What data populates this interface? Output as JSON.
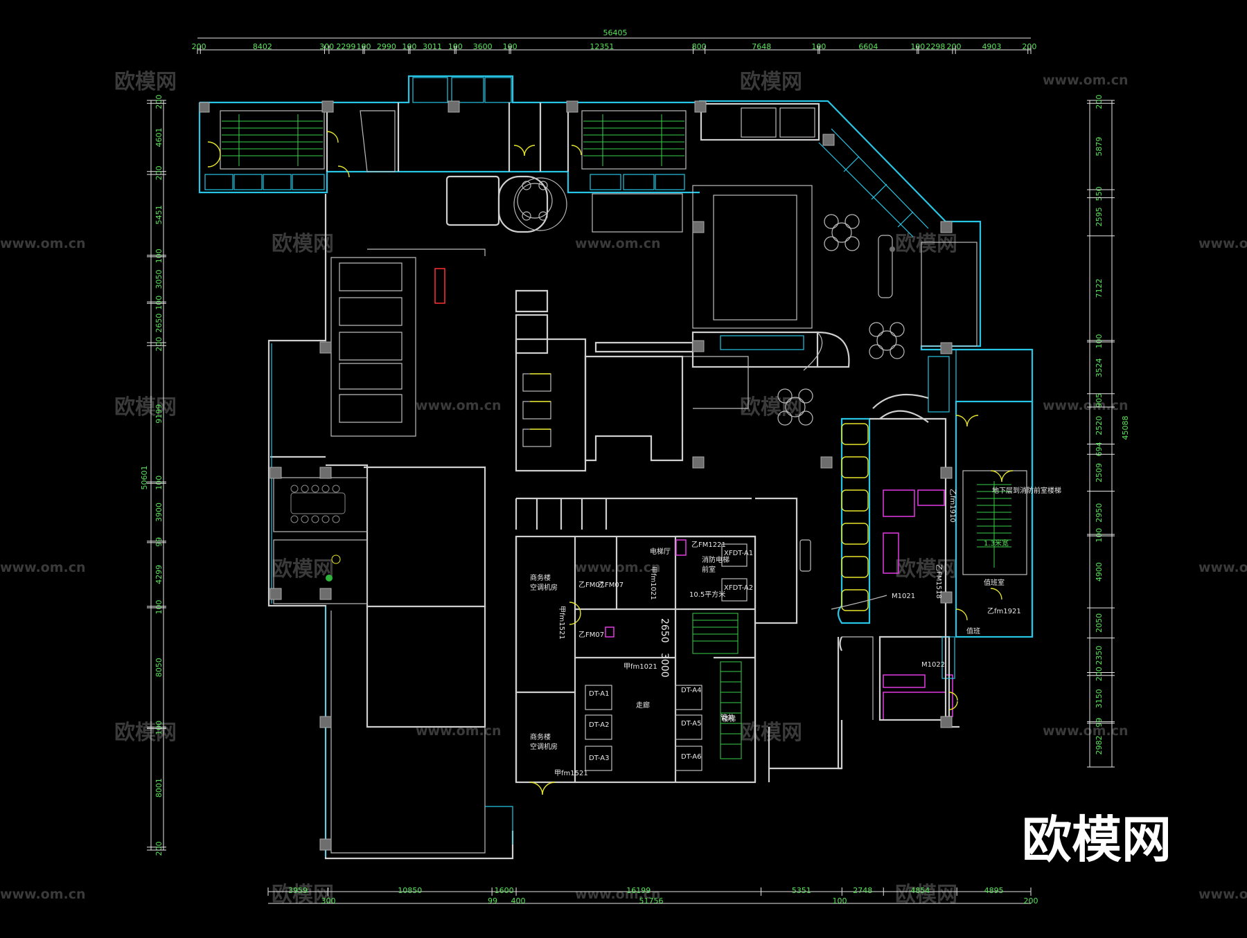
{
  "watermark": {
    "brand_cn": "欧模网",
    "url": "www.om.cn"
  },
  "logo": {
    "text": "欧模网"
  },
  "dimensions": {
    "top_total": "56405",
    "top_segments": [
      "200",
      "8402",
      "300",
      "2299",
      "100",
      "2990",
      "100",
      "3011",
      "100",
      "3600",
      "100",
      "12351",
      "800",
      "7648",
      "100",
      "6604",
      "100",
      "2298",
      "200",
      "4903",
      "200"
    ],
    "bottom_total": "51756",
    "bottom_segments_upper": [
      "3959",
      "10850",
      "1600",
      "16199",
      "5351",
      "2748",
      "4854",
      "4895"
    ],
    "bottom_segments_lower": [
      "300",
      "99",
      "400",
      "100",
      "200"
    ],
    "left_total": "50601",
    "left_segments": [
      "200",
      "4601",
      "200",
      "5451",
      "100",
      "3050",
      "100",
      "2650",
      "200",
      "9199",
      "100",
      "3900",
      "99",
      "4299",
      "100",
      "8050",
      "100",
      "8001",
      "200"
    ],
    "right_total": "45088",
    "right_segments": [
      "200",
      "5879",
      "550",
      "2595",
      "7122",
      "100",
      "3524",
      "905",
      "2520",
      "694",
      "2509",
      "2950",
      "100",
      "4900",
      "2050",
      "2350",
      "200",
      "3150",
      "99",
      "2982"
    ]
  },
  "labels": {
    "machine_room": "商务楼\n空调机房",
    "machine_room_1": "商务楼",
    "machine_room_2": "空调机房",
    "door_fm1521_a": "甲fm1521",
    "door_fm1521_b": "甲fm1521",
    "door_fm1021_a": "甲fm1021",
    "door_fm1021_b": "甲fm1021",
    "door_fm07_a": "乙FM07",
    "door_fm07_b": "乙FM07",
    "door_fm07_c": "乙FM07",
    "door_fm1221": "乙FM1221",
    "door_m1021": "M1021",
    "door_m1022": "M1022",
    "door_fm1518": "乙FM1518",
    "door_fm1921": "乙fm1921",
    "door_fm1910": "乙fm1910",
    "fire_elevator": "消防电梯\n前室",
    "fire_elevator_1": "消防电梯",
    "fire_elevator_2": "前室",
    "elevator_room": "电梯厅",
    "area_105": "10.5平方米",
    "dim_2650": "2650",
    "dim_3000": "3000",
    "xfdt_a1": "XFDT-A1",
    "xfdt_a2": "XFDT-A2",
    "dt_a1": "DT-A1",
    "dt_a2": "DT-A2",
    "dt_a3": "DT-A3",
    "dt_a4": "DT-A4",
    "dt_a5": "DT-A5",
    "dt_a6": "DT-A6",
    "corridor": "走廊",
    "shaft_label": "地下层到消防前室楼梯",
    "stair_note": "1.3米宽",
    "duty_room": "值班室",
    "guard": "值班",
    "pipe": "管井",
    "stair_label": "楼梯"
  },
  "colors": {
    "background": "#000000",
    "walls": "#cfcfcf",
    "glazing": "#27c6e6",
    "dimension_text": "#5be35b",
    "doors": "#e8e62a",
    "restroom": "#e33be3"
  }
}
